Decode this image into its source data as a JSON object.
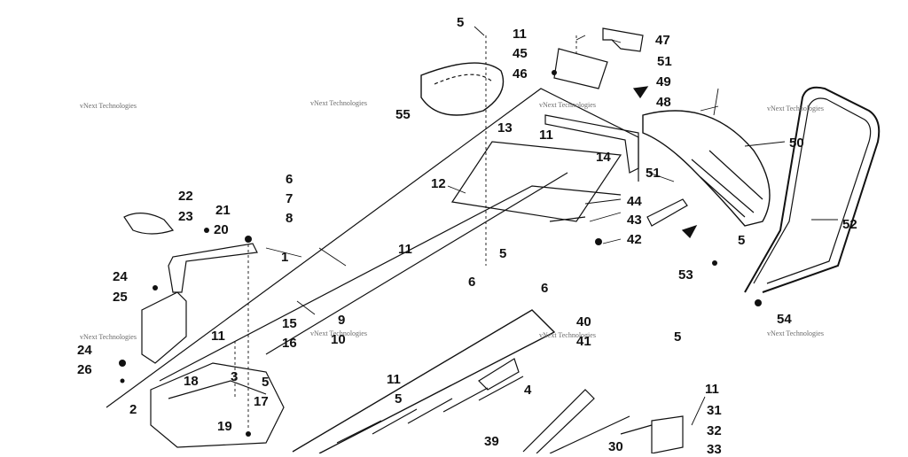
{
  "watermark": "vNext Technologies",
  "callouts": {
    "c1": "1",
    "c2": "2",
    "c3": "3",
    "c4": "4",
    "c5a": "5",
    "c5b": "5",
    "c5c": "5",
    "c5d": "5",
    "c5e": "5",
    "c5f": "5",
    "c6a": "6",
    "c6b": "6",
    "c6c": "6",
    "c7": "7",
    "c8": "8",
    "c9": "9",
    "c10": "10",
    "c11a": "11",
    "c11b": "11",
    "c11c": "11",
    "c11d": "11",
    "c11e": "11",
    "c11f": "11",
    "c12": "12",
    "c13": "13",
    "c14": "14",
    "c15": "15",
    "c16": "16",
    "c17": "17",
    "c18": "18",
    "c19": "19",
    "c20": "20",
    "c21": "21",
    "c22": "22",
    "c23": "23",
    "c24a": "24",
    "c24b": "24",
    "c25": "25",
    "c26": "26",
    "c30": "30",
    "c31": "31",
    "c32": "32",
    "c33": "33",
    "c39": "39",
    "c40": "40",
    "c41": "41",
    "c42": "42",
    "c43": "43",
    "c44": "44",
    "c45": "45",
    "c46": "46",
    "c47": "47",
    "c48": "48",
    "c49": "49",
    "c50": "50",
    "c51a": "51",
    "c51b": "51",
    "c52": "52",
    "c53": "53",
    "c54": "54",
    "c55": "55"
  }
}
